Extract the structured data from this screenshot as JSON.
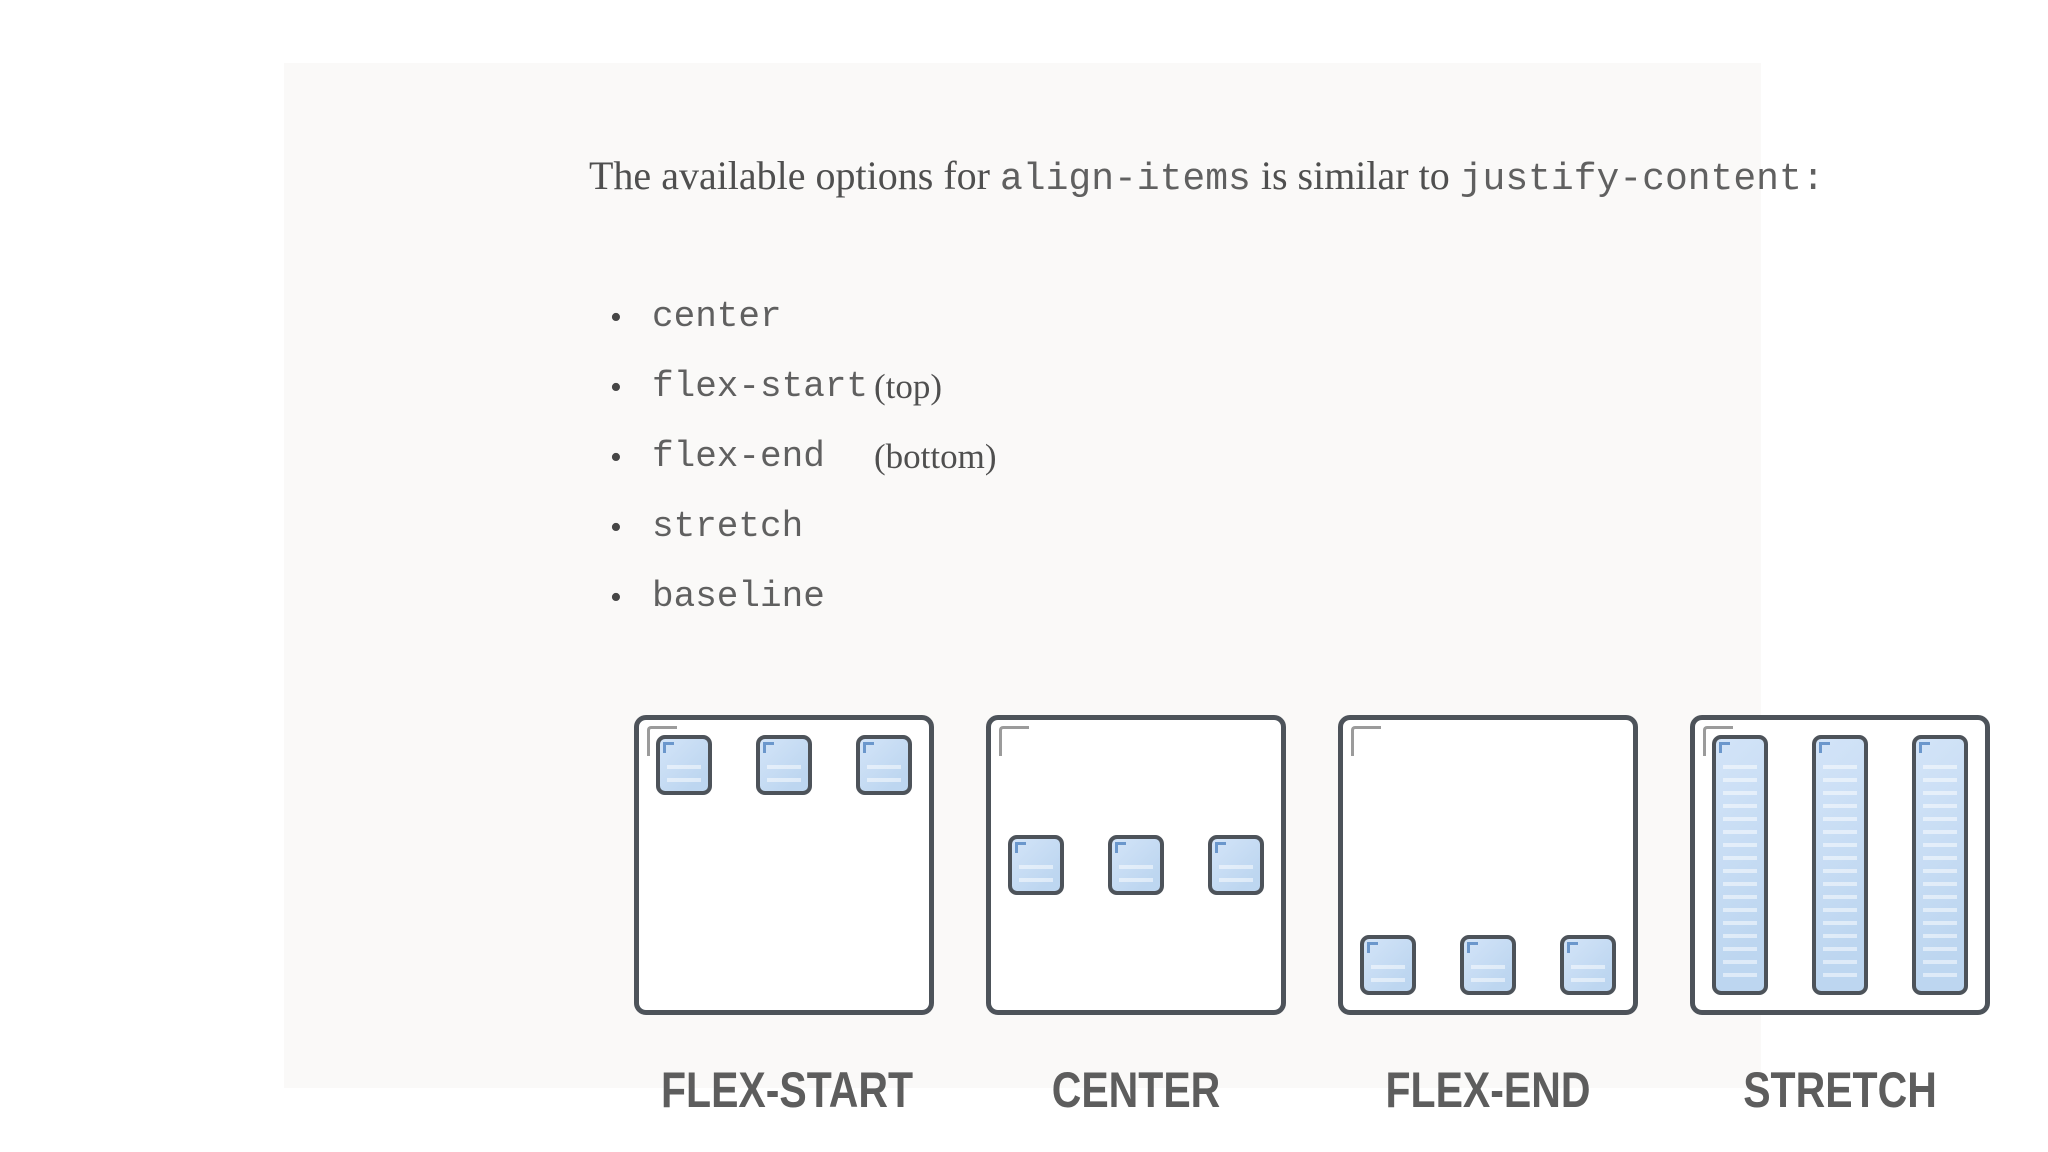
{
  "intro": {
    "segments": [
      {
        "style": "plain",
        "text": "The available options for "
      },
      {
        "style": "code",
        "text": "align-items"
      },
      {
        "style": "plain",
        "text": " is similar to "
      },
      {
        "style": "code",
        "text": "justify-content:"
      }
    ]
  },
  "options_list": {
    "bullet_glyph": "•",
    "items": [
      {
        "code": "center",
        "note": ""
      },
      {
        "code": "flex-start",
        "note": "(top)"
      },
      {
        "code": "flex-end",
        "note": "(bottom)"
      },
      {
        "code": "stretch",
        "note": ""
      },
      {
        "code": "baseline",
        "note": ""
      }
    ]
  },
  "diagrams": [
    {
      "label": "FLEX-START",
      "align": "flex-start",
      "item_count": 3,
      "item_kind": "square"
    },
    {
      "label": "CENTER",
      "align": "center",
      "item_count": 3,
      "item_kind": "square"
    },
    {
      "label": "FLEX-END",
      "align": "flex-end",
      "item_count": 3,
      "item_kind": "square"
    },
    {
      "label": "STRETCH",
      "align": "stretch",
      "item_count": 3,
      "item_kind": "tall"
    }
  ],
  "colors": {
    "page_bg": "#ffffff",
    "panel_bg": "#faf9f8",
    "text": "#4f4f4f",
    "code_text": "#606060",
    "outline_dark": "#4d535a",
    "item_fill": "#bdd6f0",
    "item_fill_light": "#d3e4f8",
    "item_corner_mark": "#6b97cc",
    "container_corner_mark": "#9b9b9b",
    "label_text": "#5d5d5d"
  }
}
